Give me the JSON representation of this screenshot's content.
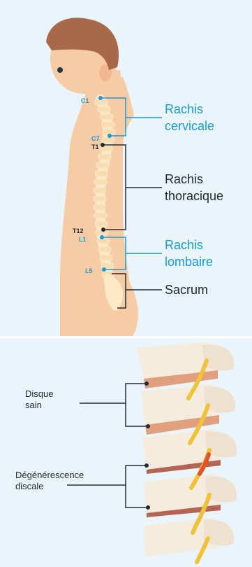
{
  "spine_diagram": {
    "markers": {
      "c1": "C1",
      "c7": "C7",
      "t1": "T1",
      "t12": "T12",
      "l1": "L1",
      "l5": "L5"
    },
    "regions": {
      "cervical": [
        "Rachis",
        "cervicale"
      ],
      "thoracic": [
        "Rachis",
        "thoracique"
      ],
      "lumbar": [
        "Rachis",
        "lombaire"
      ],
      "sacrum": "Sacrum"
    }
  },
  "disc_diagram": {
    "healthy": [
      "Disque",
      "sain"
    ],
    "degeneration": [
      "Dégénérescence",
      "discale"
    ]
  },
  "colors": {
    "background": "#e9f4fb",
    "accent_blue": "#1a9ad6",
    "dark": "#222a36",
    "skin": "#f7cba4",
    "hair": "#a8694a",
    "bone": "#fde9c8",
    "disc_healthy": "#e0a07e",
    "disc_degenerated": "#b46450",
    "nerve": "#f0c23c"
  }
}
